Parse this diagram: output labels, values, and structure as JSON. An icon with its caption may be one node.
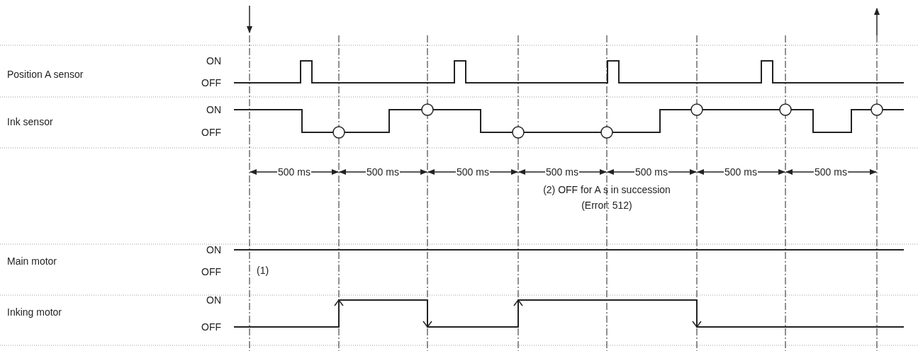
{
  "diagram": {
    "labels": [
      "Position A sensor",
      "ON",
      "OFF",
      "Ink sensor",
      "ON",
      "OFF",
      "500 ms",
      "500 ms",
      "500 ms",
      "500 ms",
      "500 ms",
      "500 ms",
      "500 ms",
      "(2) OFF for A s in succession (Error: 512)",
      "Main motor",
      "ON",
      "OFF",
      "(1)",
      "Inking motor",
      "ON",
      "OFF"
    ]
  }
}
